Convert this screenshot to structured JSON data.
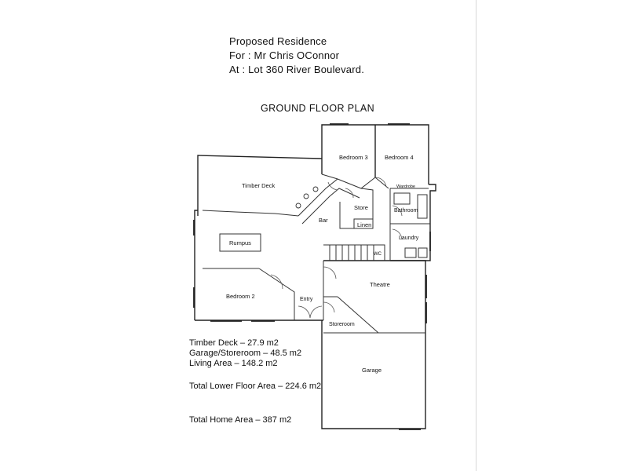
{
  "header": {
    "line1": "Proposed Residence",
    "line2": "For :  Mr Chris OConnor",
    "line3": "At :  Lot 360 River Boulevard."
  },
  "plan_title": "GROUND FLOOR PLAN",
  "rooms": {
    "bedroom3": "Bedroom 3",
    "bedroom4": "Bedroom 4",
    "timber_deck": "Timber Deck",
    "wardrobe": "Wardrobe",
    "bathroom": "Bathroom",
    "store": "Store",
    "linen": "Linen",
    "bar": "Bar",
    "rumpus": "Rumpus",
    "laundry": "Laundry",
    "wc": "WC",
    "theatre": "Theatre",
    "bedroom2": "Bedroom 2",
    "entry": "Entry",
    "storeroom": "Storeroom",
    "garage": "Garage"
  },
  "areas": {
    "timber_deck": "Timber Deck  –  27.9 m2",
    "garage_storeroom": "Garage/Storeroom  –  48.5 m2",
    "living_area": "Living Area  –  148.2 m2",
    "total_lower": "Total Lower Floor Area  –  224.6 m2",
    "total_home": "Total Home Area  –  387  m2"
  }
}
